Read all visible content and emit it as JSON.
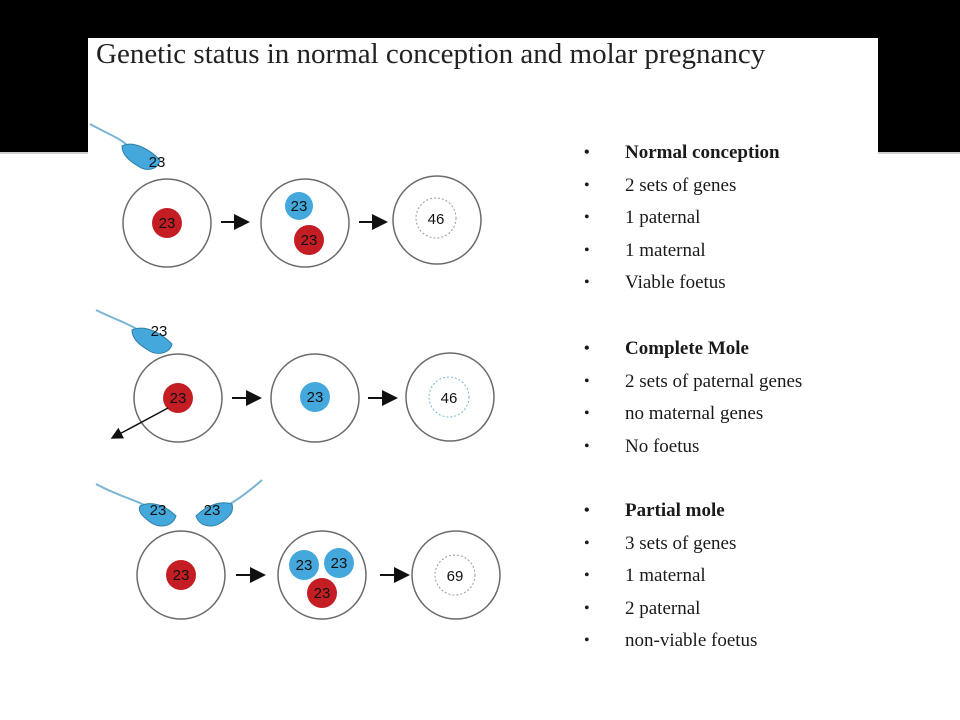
{
  "title": "Genetic status in normal conception and molar pregnancy",
  "colors": {
    "maternal": "#c41e24",
    "paternal": "#45a8dc",
    "cell_outline": "#6b6b6b",
    "banner": "#000000"
  },
  "rows": [
    {
      "id": "normal",
      "sperm_labels": [
        "23"
      ],
      "egg_label": "23",
      "stage2": [
        {
          "type": "paternal",
          "label": "23"
        },
        {
          "type": "maternal",
          "label": "23"
        }
      ],
      "result_label": "46",
      "notes": [
        "Normal conception",
        "2 sets of genes",
        "1 paternal",
        "1 maternal",
        "Viable foetus"
      ]
    },
    {
      "id": "complete-mole",
      "sperm_labels": [
        "23"
      ],
      "egg_label": "23",
      "stage2": [
        {
          "type": "paternal",
          "label": "23"
        }
      ],
      "result_label": "46",
      "notes": [
        "Complete Mole",
        "2 sets of paternal genes",
        "no maternal genes",
        "No foetus"
      ]
    },
    {
      "id": "partial-mole",
      "sperm_labels": [
        "23",
        "23"
      ],
      "egg_label": "23",
      "stage2": [
        {
          "type": "paternal",
          "label": "23"
        },
        {
          "type": "paternal",
          "label": "23"
        },
        {
          "type": "maternal",
          "label": "23"
        }
      ],
      "result_label": "69",
      "notes": [
        "Partial mole",
        "3 sets of genes",
        "1 maternal",
        "2 paternal",
        "non-viable foetus"
      ]
    }
  ]
}
